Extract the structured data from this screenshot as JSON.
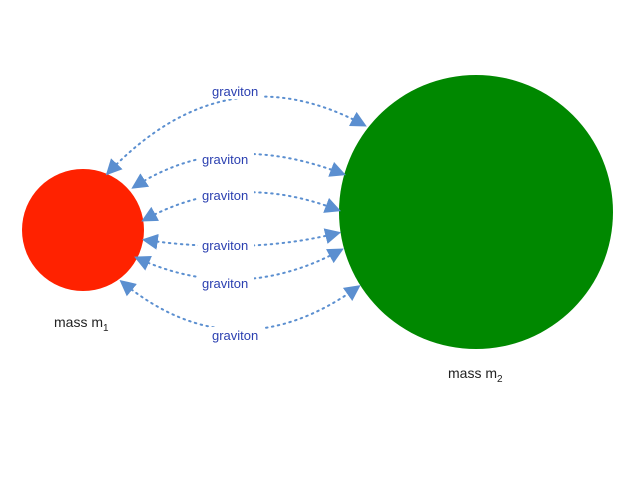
{
  "colors": {
    "mass1_fill": "#ff2200",
    "mass2_fill": "#008800",
    "arrow": "#5b8fd0",
    "label": "#2a3fb0"
  },
  "mass1": {
    "label": "mass m",
    "subscript": "1"
  },
  "mass2": {
    "label": "mass m",
    "subscript": "2"
  },
  "gravitons": [
    {
      "label": "graviton"
    },
    {
      "label": "graviton"
    },
    {
      "label": "graviton"
    },
    {
      "label": "graviton"
    },
    {
      "label": "graviton"
    },
    {
      "label": "graviton"
    }
  ]
}
